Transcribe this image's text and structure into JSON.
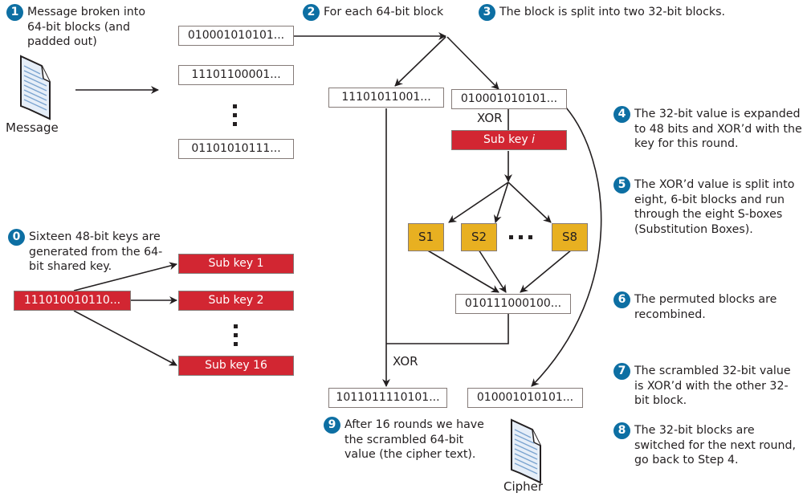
{
  "steps": [
    {
      "number": "1",
      "text": "Message broken into 64-bit blocks (and padded out)"
    },
    {
      "number": "2",
      "text": "For each 64-bit block"
    },
    {
      "number": "3",
      "text": "The block is split into two 32-bit blocks."
    },
    {
      "number": "4",
      "text": "The 32-bit value is expanded to 48 bits and XOR’d with the key for this round."
    },
    {
      "number": "5",
      "text": "The XOR’d value is split into eight, 6-bit blocks and run through the eight S-boxes (Substitution Boxes)."
    },
    {
      "number": "6",
      "text": "The permuted blocks are recombined."
    },
    {
      "number": "7",
      "text": "The scrambled 32-bit value is XOR’d with the other 32-bit block."
    },
    {
      "number": "8",
      "text": "The 32-bit blocks are switched for the next round, go back to Step 4."
    },
    {
      "number": "9",
      "text": "After 16 rounds we have the scrambled 64-bit value (the cipher text)."
    },
    {
      "number": "0",
      "text": "Sixteen 48-bit keys are generated from the 64-bit shared key."
    }
  ],
  "documents": {
    "message": {
      "label": "Message",
      "icon": "document-icon"
    },
    "cipher": {
      "label": "Cipher",
      "icon": "document-icon"
    }
  },
  "message_blocks": [
    "010001010101...",
    "11101100001...",
    "01101010111..."
  ],
  "split_blocks": {
    "left": "11101011001...",
    "right": "010001010101..."
  },
  "xor_label": "XOR",
  "round_subkey": {
    "prefix": "Sub key ",
    "index": "i"
  },
  "sboxes": [
    "S1",
    "S2",
    "S8"
  ],
  "permuted_block": "010111000100...",
  "output_blocks": {
    "left": "1011011110101...",
    "right": "010001010101..."
  },
  "shared_key": "111010010110...",
  "subkeys": [
    "Sub key 1",
    "Sub key 2",
    "Sub key 16"
  ],
  "colors": {
    "badge": "#0d6fa3",
    "key_red": "#d22632",
    "sbox_gold": "#e8b021",
    "box_border": "#857b78",
    "doc_fill": "#e6eef8",
    "doc_lines": "#7aa3cf"
  }
}
